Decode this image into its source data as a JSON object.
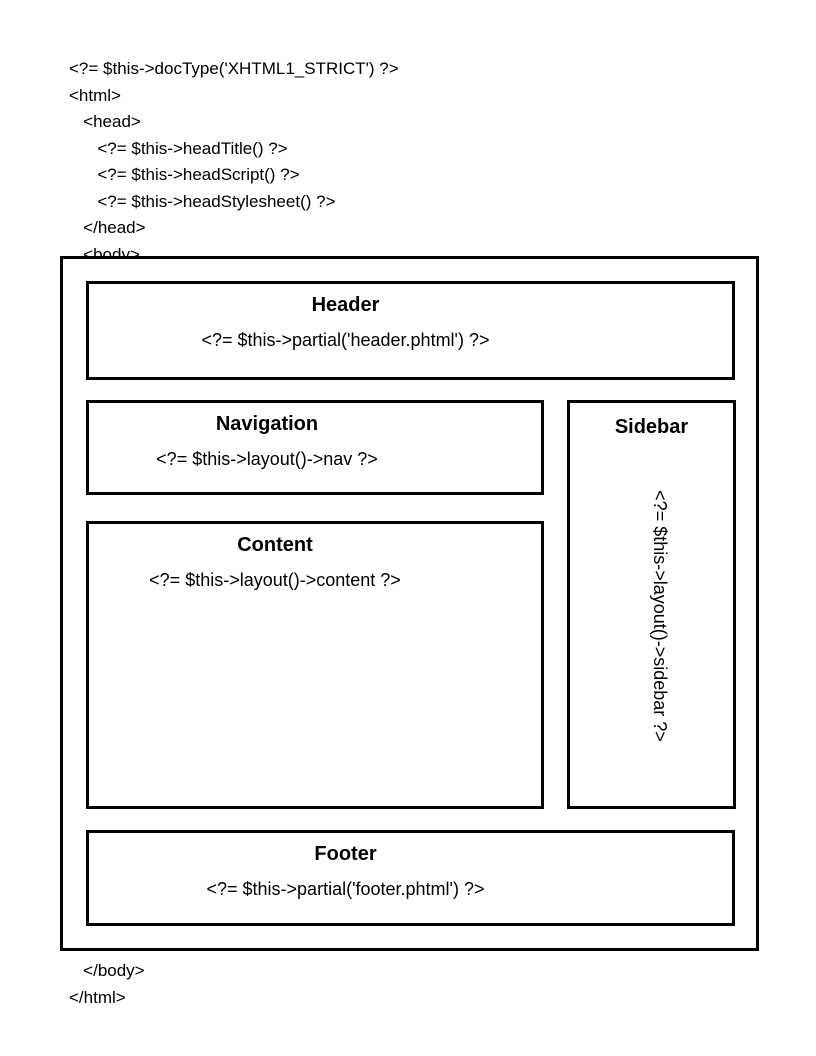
{
  "document": {
    "type": "zend-framework-layout-diagram",
    "top_code": [
      {
        "indent": 0,
        "text": "<?= $this->docType('XHTML1_STRICT') ?>"
      },
      {
        "indent": 0,
        "text": "<html>"
      },
      {
        "indent": 1,
        "text": "<head>"
      },
      {
        "indent": 2,
        "text": "<?= $this->headTitle() ?>"
      },
      {
        "indent": 2,
        "text": "<?= $this->headScript() ?>"
      },
      {
        "indent": 2,
        "text": "<?= $this->headStylesheet() ?>"
      },
      {
        "indent": 1,
        "text": "</head>"
      },
      {
        "indent": 1,
        "text": "<body>"
      }
    ],
    "bottom_code": [
      {
        "indent": 1,
        "text": "</body>"
      },
      {
        "indent": 0,
        "text": "</html>"
      }
    ]
  },
  "layout_boxes": {
    "header": {
      "title": "Header",
      "code": "<?= $this->partial('header.phtml') ?>"
    },
    "navigation": {
      "title": "Navigation",
      "code": "<?= $this->layout()->nav ?>"
    },
    "content": {
      "title": "Content",
      "code": "<?= $this->layout()->content ?>"
    },
    "sidebar": {
      "title": "Sidebar",
      "code": "<?= $this->layout()->sidebar ?>",
      "code_orientation": "rotated-90-clockwise"
    },
    "footer": {
      "title": "Footer",
      "code": "<?= $this->partial('footer.phtml') ?>"
    }
  },
  "colors": {
    "background": "#ffffff",
    "text": "#000000",
    "border": "#000000"
  }
}
